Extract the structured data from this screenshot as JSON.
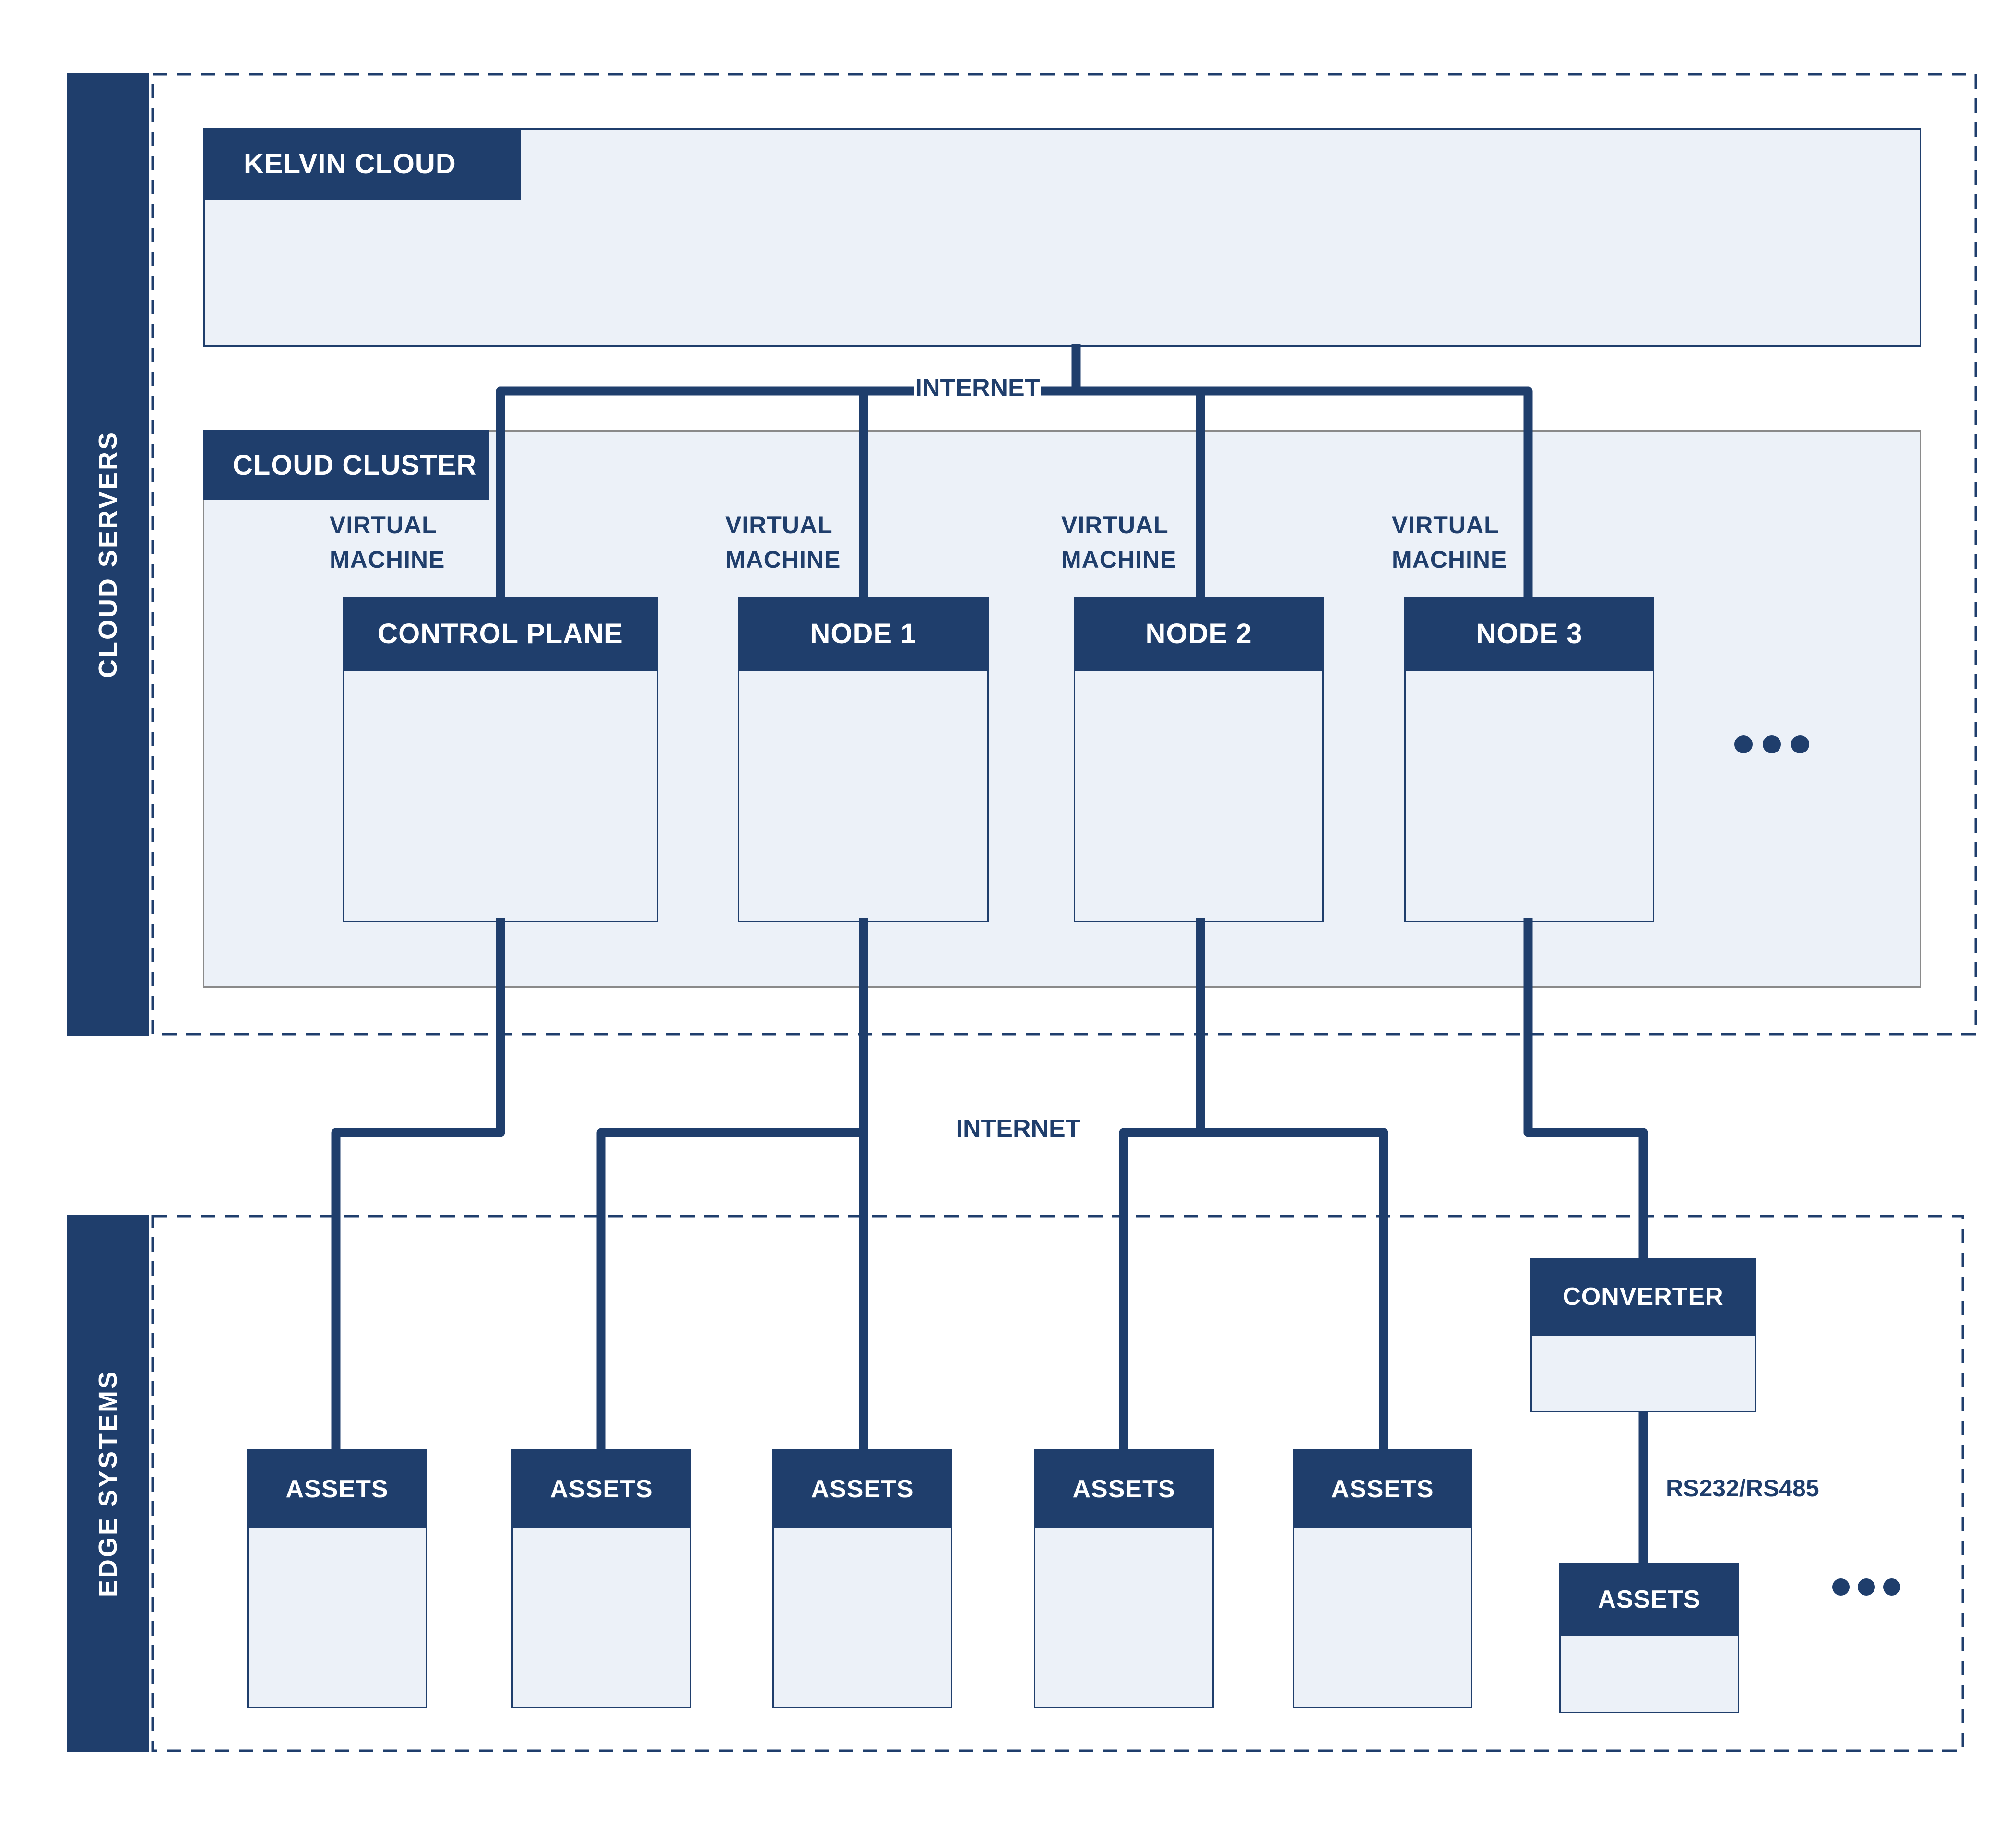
{
  "colors": {
    "navy": "#1f3e6c",
    "light_fill": "#ecf1f8",
    "cluster_border_gray": "#8a8a8a",
    "background": "#ffffff"
  },
  "sidebars": {
    "cloud_servers": "CLOUD SERVERS",
    "edge_systems": "EDGE SYSTEMS"
  },
  "kelvin_cloud": {
    "title": "KELVIN CLOUD"
  },
  "labels": {
    "internet_top": "INTERNET",
    "internet_middle": "INTERNET",
    "serial": "RS232/RS485"
  },
  "cloud_cluster": {
    "title": "CLOUD CLUSTER",
    "vms": [
      {
        "label": "VIRTUAL MACHINE",
        "name": "CONTROL PLANE"
      },
      {
        "label": "VIRTUAL MACHINE",
        "name": "NODE 1"
      },
      {
        "label": "VIRTUAL MACHINE",
        "name": "NODE 2"
      },
      {
        "label": "VIRTUAL MACHINE",
        "name": "NODE 3"
      }
    ]
  },
  "edge_systems": {
    "assets": [
      {
        "name": "ASSETS"
      },
      {
        "name": "ASSETS"
      },
      {
        "name": "ASSETS"
      },
      {
        "name": "ASSETS"
      },
      {
        "name": "ASSETS"
      }
    ],
    "converter": {
      "name": "CONVERTER"
    },
    "converter_asset": {
      "name": "ASSETS"
    }
  }
}
